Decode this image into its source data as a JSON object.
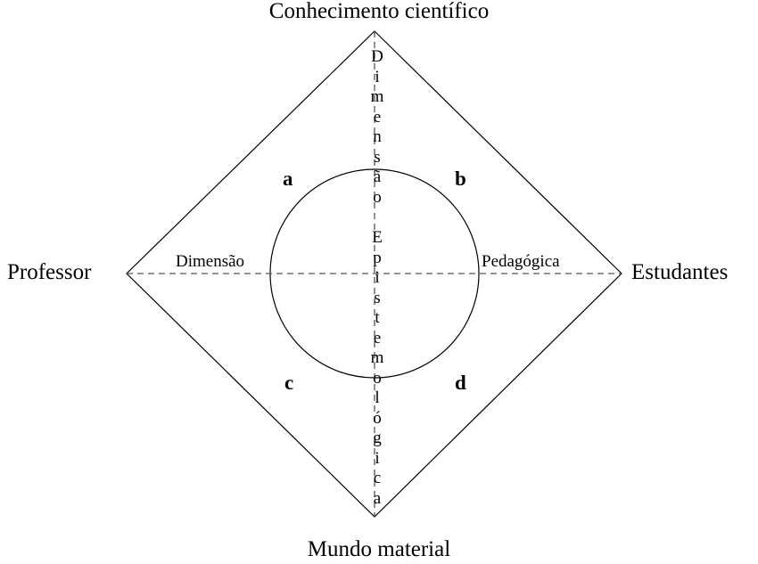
{
  "diagram": {
    "title_top": "Conhecimento científico",
    "title_bottom": "Mundo material",
    "title_left": "Professor",
    "title_right": "Estudantes",
    "axes": {
      "horizontal": {
        "left_word": "Dimensão",
        "right_word": "Pedagógica"
      },
      "vertical": {
        "top_word": "Dimensão",
        "bottom_word": "Epistemológica"
      }
    },
    "quadrants": [
      {
        "id": "a",
        "label": "a"
      },
      {
        "id": "b",
        "label": "b"
      },
      {
        "id": "c",
        "label": "c"
      },
      {
        "id": "d",
        "label": "d"
      }
    ],
    "colors": {
      "stroke": "#000000",
      "dashed": "#555555",
      "background": "#ffffff"
    },
    "geometry": {
      "diamond_top": "420,35",
      "diamond_right": "697,307",
      "diamond_bottom": "420,580",
      "diamond_left": "142,307",
      "circle_center": "420,307",
      "circle_radius": "117"
    }
  }
}
